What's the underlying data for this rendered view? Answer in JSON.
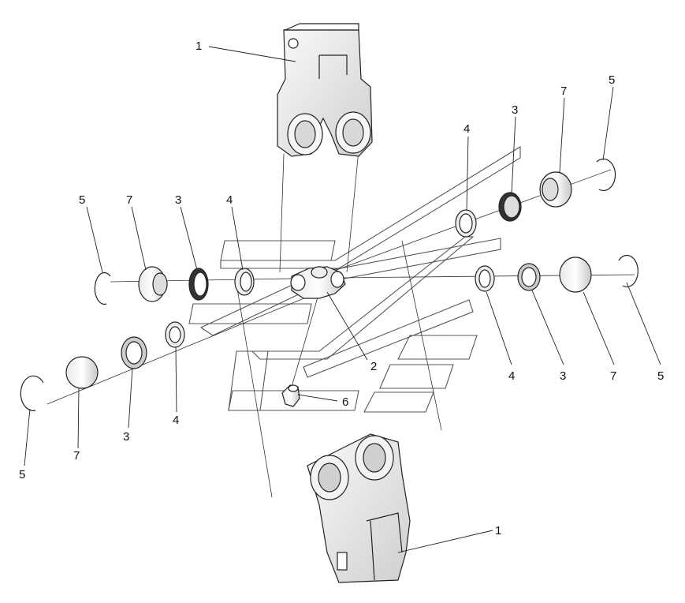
{
  "callouts": {
    "top_yoke": "1",
    "bottom_yoke": "1",
    "spider": "2",
    "grease_fitting": "6",
    "left_upper": {
      "circlip": "5",
      "cap": "7",
      "seal": "3",
      "ring": "4"
    },
    "left_lower": {
      "circlip": "5",
      "cap": "7",
      "seal": "3",
      "ring": "4"
    },
    "right_upper": {
      "ring": "4",
      "seal": "3",
      "cap": "7",
      "circlip": "5"
    },
    "right_lower": {
      "ring": "4",
      "seal": "3",
      "cap": "7",
      "circlip": "5"
    }
  },
  "parts": {
    "yoke": "yoke-icon",
    "spider": "cross-spider-icon",
    "circlip": "circlip-icon",
    "bearing_cap": "bearing-cap-icon",
    "seal": "seal-ring-icon",
    "washer": "washer-ring-icon",
    "grease_nipple": "grease-nipple-icon"
  },
  "colors": {
    "line": "#222222",
    "part_fill": "#f2f2f2",
    "part_shade": "#d4d4d4"
  }
}
